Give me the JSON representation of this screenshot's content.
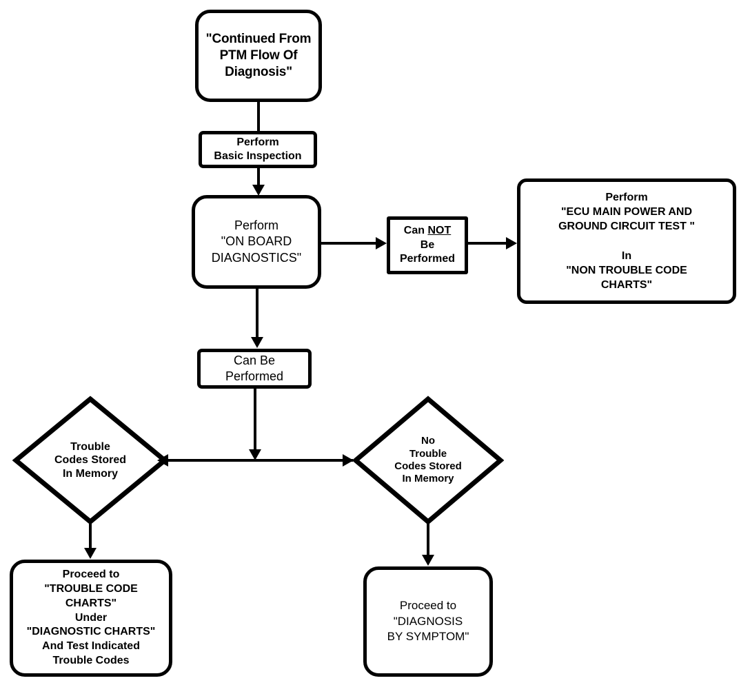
{
  "diagram": {
    "title": "Continued From PTM Flow Of Diagnosis",
    "type": "flowchart",
    "colors": {
      "stroke": "#000000",
      "fill": "#ffffff",
      "text": "#000000"
    },
    "nodes": {
      "continued": {
        "shape": "rounded-rectangle",
        "text": "\"Continued From\nPTM Flow Of\nDiagnosis\""
      },
      "basic_inspection": {
        "shape": "rounded-rectangle",
        "text": "Perform\nBasic Inspection"
      },
      "onboard_diagnostics": {
        "shape": "rounded-rectangle",
        "text": "Perform\n\"ON BOARD\nDIAGNOSTICS\""
      },
      "cannot_be_performed": {
        "shape": "rectangle",
        "line1_prefix": "Can ",
        "line1_underlined": "NOT",
        "line2": "Be",
        "line3": "Performed"
      },
      "ecu_test": {
        "shape": "rounded-rectangle",
        "text": "Perform\n\"ECU MAIN POWER AND\nGROUND CIRCUIT  TEST \"\n\nIn\n\"NON TROUBLE CODE\nCHARTS\""
      },
      "can_be_performed": {
        "shape": "rounded-rectangle",
        "text": "Can Be\nPerformed"
      },
      "trouble_codes_stored": {
        "shape": "diamond",
        "text": "Trouble\nCodes Stored\nIn Memory"
      },
      "no_trouble_codes_stored": {
        "shape": "diamond",
        "text": "No\nTrouble\nCodes Stored\nIn Memory"
      },
      "proceed_trouble_code_charts": {
        "shape": "rounded-rectangle",
        "text": "Proceed to\n\"TROUBLE CODE\nCHARTS\"\nUnder\n\"DIAGNOSTIC CHARTS\"\nAnd Test Indicated\nTrouble Codes"
      },
      "proceed_diagnosis_by_symptom": {
        "shape": "rounded-rectangle",
        "text": "Proceed to\n\"DIAGNOSIS\nBY SYMPTOM\""
      }
    },
    "edges": [
      {
        "from": "continued",
        "to": "basic_inspection",
        "arrow": false
      },
      {
        "from": "basic_inspection",
        "to": "onboard_diagnostics",
        "arrow": true
      },
      {
        "from": "onboard_diagnostics",
        "to": "cannot_be_performed",
        "arrow": true
      },
      {
        "from": "cannot_be_performed",
        "to": "ecu_test",
        "arrow": true
      },
      {
        "from": "onboard_diagnostics",
        "to": "can_be_performed",
        "arrow": true
      },
      {
        "from": "can_be_performed",
        "to": "trouble_codes_stored",
        "arrow": true
      },
      {
        "from": "can_be_performed",
        "to": "no_trouble_codes_stored",
        "arrow": true
      },
      {
        "from": "trouble_codes_stored",
        "to": "proceed_trouble_code_charts",
        "arrow": true
      },
      {
        "from": "no_trouble_codes_stored",
        "to": "proceed_diagnosis_by_symptom",
        "arrow": true
      }
    ]
  }
}
